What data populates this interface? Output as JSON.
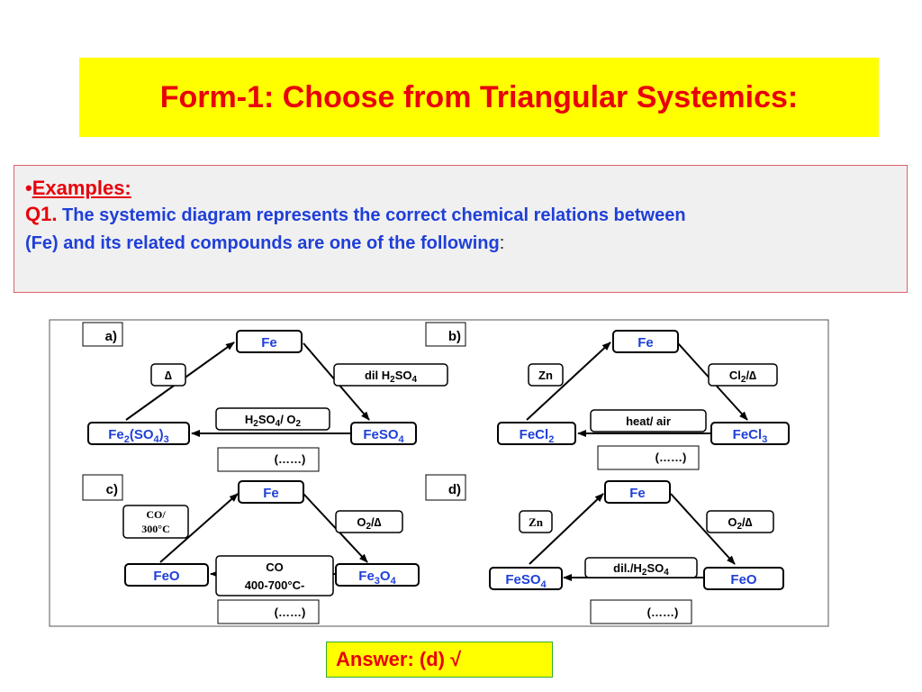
{
  "title": "Form-1: Choose from Triangular Systemics:",
  "question": {
    "bullet": "•",
    "examples_label": "Examples:",
    "q_number": "Q1.",
    "q_text_1": "The systemic diagram represents the correct chemical relations between",
    "q_text_2": "(Fe) and its related compounds are one of the following",
    "q_text_end": ":"
  },
  "options": {
    "a": {
      "label": "a)",
      "top": "Fe",
      "left": "Fe2(SO4)3",
      "right": "FeSO4",
      "left_cond": "∆",
      "right_cond": "dil H2SO4",
      "bottom_cond": "H2SO4/ O2",
      "blank": "(……)"
    },
    "b": {
      "label": "b)",
      "top": "Fe",
      "left": "FeCl2",
      "right": "FeCl3",
      "left_cond": "Zn",
      "right_cond": "Cl2/∆",
      "bottom_cond": "heat/ air",
      "blank": "(……)"
    },
    "c": {
      "label": "c)",
      "top": "Fe",
      "left": "FeO",
      "right": "Fe3O4",
      "left_cond_1": "CO/",
      "left_cond_2": "300°C",
      "right_cond": "O2/∆",
      "bottom_cond_1": "CO",
      "bottom_cond_2": "400-700°C-",
      "blank": "(……)"
    },
    "d": {
      "label": "d)",
      "top": "Fe",
      "left": "FeSO4",
      "right": "FeO",
      "left_cond": "Zn",
      "right_cond": "O2/∆",
      "bottom_cond": "dil./H2SO4",
      "blank": "(……)"
    }
  },
  "answer": "Answer: (d) √",
  "colors": {
    "title_bg": "#ffff00",
    "red": "#e8000b",
    "blue": "#1f3fd8",
    "box_bg": "#f0f0f0"
  }
}
